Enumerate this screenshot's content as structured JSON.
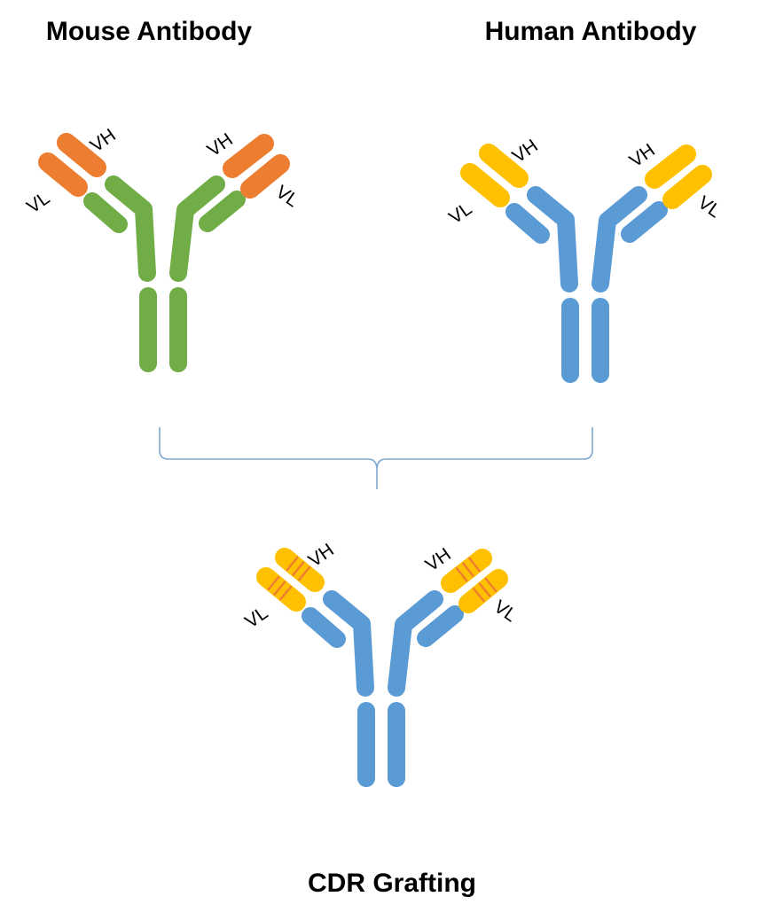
{
  "titles": {
    "mouse": "Mouse Antibody",
    "human": "Human Antibody",
    "result": "CDR Grafting"
  },
  "domain_labels": {
    "vh": "VH",
    "vl": "VL"
  },
  "colors": {
    "mouse_constant": "#70AD47",
    "mouse_variable": "#ED7D31",
    "human_constant": "#5B9BD5",
    "human_variable": "#FFC000",
    "cdr_stripe": "#ED7D31",
    "bracket": "#7FA7CF"
  }
}
